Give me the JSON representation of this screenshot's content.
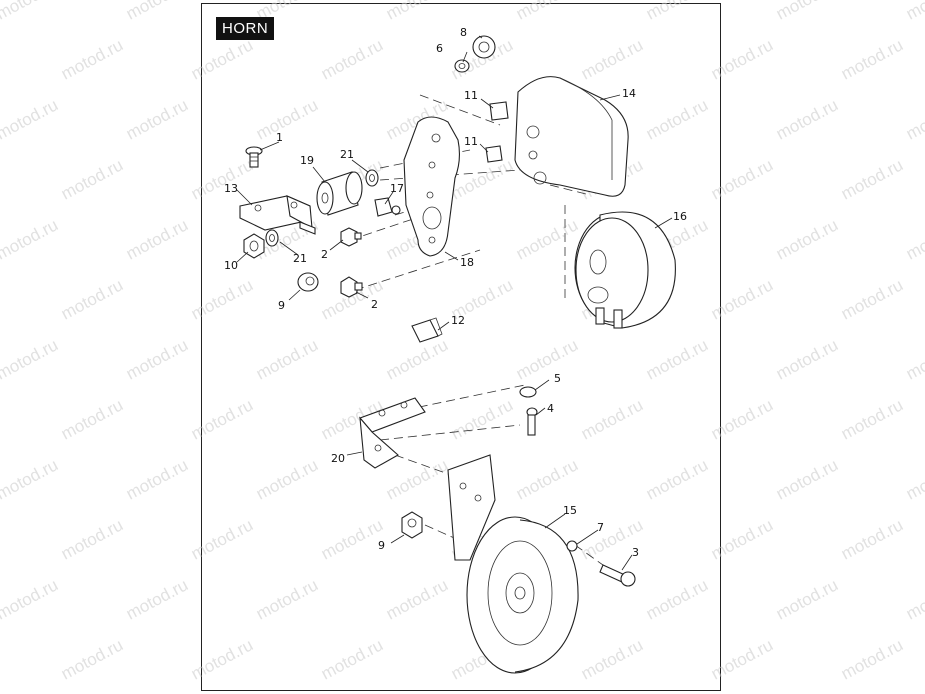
{
  "diagram": {
    "title": "HORN",
    "watermark": "motod.ru",
    "callouts": [
      "1",
      "2",
      "2",
      "3",
      "4",
      "5",
      "6",
      "7",
      "8",
      "9",
      "9",
      "10",
      "11",
      "11",
      "12",
      "13",
      "14",
      "15",
      "16",
      "17",
      "18",
      "19",
      "20",
      "21",
      "21"
    ]
  }
}
